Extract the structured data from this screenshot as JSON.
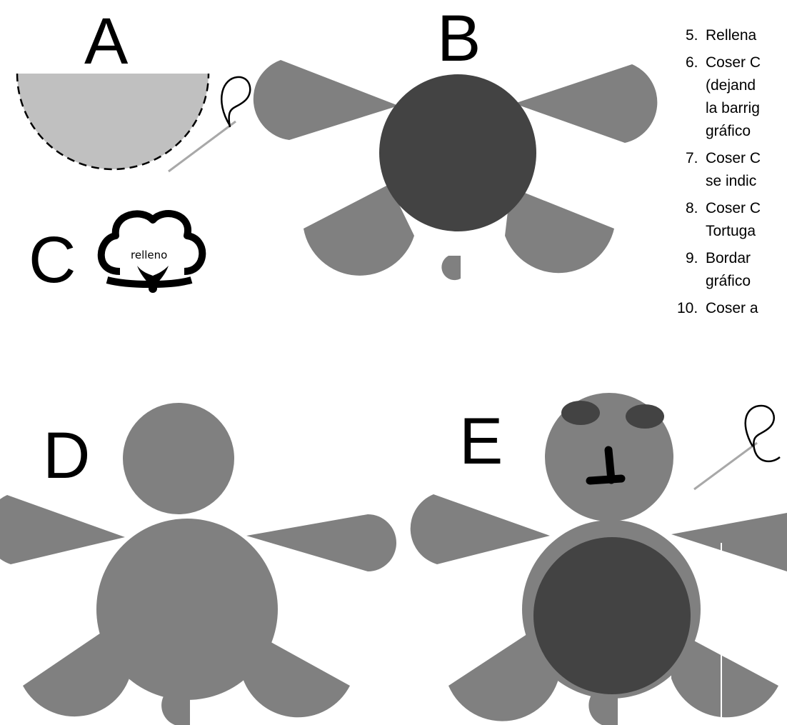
{
  "labels": {
    "a": "A",
    "b": "B",
    "c": "C",
    "d": "D",
    "e": "E"
  },
  "stuffing_text": "relleno",
  "steps": [
    {
      "num": "5.",
      "lines": [
        "Rellena"
      ]
    },
    {
      "num": "6.",
      "lines": [
        "Coser C",
        "(dejand",
        "la barrig",
        "gráfico"
      ]
    },
    {
      "num": "7.",
      "lines": [
        "Coser C",
        "se indic"
      ]
    },
    {
      "num": "8.",
      "lines": [
        "Coser C",
        "Tortuga"
      ]
    },
    {
      "num": "9.",
      "lines": [
        "Bordar",
        "gráfico"
      ]
    },
    {
      "num": "10.",
      "lines": [
        "Coser a"
      ]
    }
  ],
  "colors": {
    "light_gray": "#c0c0c0",
    "mid_gray": "#808080",
    "dark_gray": "#434343",
    "needle": "#a8a8a8",
    "ink": "#000000"
  },
  "icons": [
    "needle-icon",
    "cotton-boll-icon"
  ]
}
